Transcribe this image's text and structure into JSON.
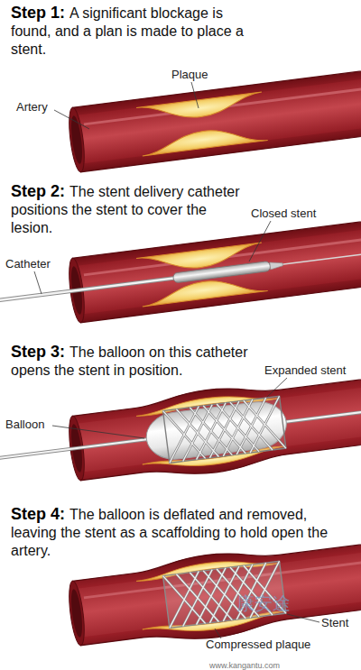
{
  "diagram": {
    "labels": [
      "Step 1:",
      "A significant blockage is found, and a plan is made to place a stent.",
      "Plaque",
      "Artery",
      "Step 2:",
      "The stent delivery catheter positions the stent to cover the lesion.",
      "Closed stent",
      "Catheter",
      "Step 3:",
      "The balloon on this catheter opens the stent in position.",
      "Expanded stent",
      "Balloon",
      "Step 4:",
      "The balloon is deflated and removed, leaving the stent as a scaffolding to hold open the artery.",
      "Stent",
      "Compressed plaque",
      "康安途",
      "www.kangantu.com"
    ]
  }
}
